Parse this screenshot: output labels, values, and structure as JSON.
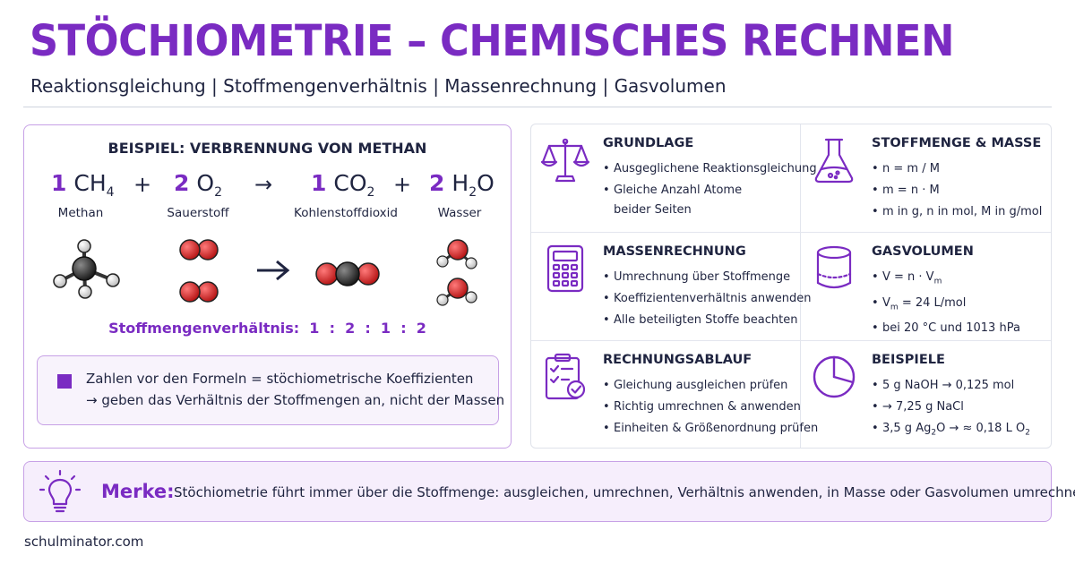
{
  "header": {
    "title": "STÖCHIOMETRIE – CHEMISCHES RECHNEN",
    "subtitle": "Reaktionsgleichung | Stoffmengenverhältnis | Massenrechnung | Gasvolumen"
  },
  "example": {
    "title": "BEISPIEL: VERBRENNUNG VON METHAN",
    "equation": [
      {
        "coef": "1",
        "formula": "CH",
        "sub": "4",
        "name": "Methan"
      },
      {
        "coef": "2",
        "formula": "O",
        "sub": "2",
        "name": "Sauerstoff"
      },
      {
        "coef": "1",
        "formula": "CO",
        "sub": "2",
        "name": "Kohlenstoffdioxid"
      },
      {
        "coef": "2",
        "formula": "H",
        "sub": "2",
        "formula2": "O",
        "name": "Wasser"
      }
    ],
    "plus": "+",
    "arrow": "→",
    "ratio_label": "Stoffmengenverhältnis:",
    "ratio_values": "1  :  2  :  1  :  2",
    "note": {
      "line1": "Zahlen vor den Formeln = stöchiometrische Koeffizienten",
      "line2": "→ geben das Verhältnis der Stoffmengen an, nicht der Massen"
    }
  },
  "cards": {
    "grundlage": {
      "title": "GRUNDLAGE",
      "items": [
        "Ausgeglichene Reaktionsgleichung",
        "Gleiche Anzahl Atome"
      ],
      "cont": "beider Seiten",
      "icon": "balance-scale-icon"
    },
    "stoffmenge": {
      "title": "STOFFMENGE & MASSE",
      "items": [
        "n = m / M",
        "m = n · M",
        "m in g, n in mol, M in g/mol"
      ],
      "icon": "flask-icon"
    },
    "massen": {
      "title": "MASSENRECHNUNG",
      "items": [
        "Umrechnung über Stoffmenge",
        "Koeffizientenverhältnis anwenden",
        "Alle beteiligten Stoffe beachten"
      ],
      "icon": "calculator-icon"
    },
    "gas": {
      "title": "GASVOLUMEN",
      "items": {
        "v1a": "V = n · V",
        "v1sub": "m",
        "v2a": "V",
        "v2sub": "m",
        "v2b": " = 24 L/mol",
        "v3": "bei 20 °C und 1013 hPa"
      },
      "icon": "cylinder-icon"
    },
    "ablauf": {
      "title": "RECHNUNGSABLAUF",
      "items": [
        "Gleichung ausgleichen prüfen",
        "Richtig umrechnen & anwenden",
        "Einheiten & Größenordnung prüfen"
      ],
      "icon": "clipboard-check-icon"
    },
    "beispiele": {
      "title": "BEISPIELE",
      "items": {
        "b1": "5 g NaOH → 0,125 mol",
        "b2": "→ 7,25 g NaCl",
        "b3a": "3,5 g Ag",
        "b3sub1": "2",
        "b3b": "O → ≈ 0,18 L O",
        "b3sub2": "2"
      },
      "icon": "pie-chart-icon"
    }
  },
  "merke": {
    "label": "Merke:",
    "text": "Stöchiometrie führt immer über die Stoffmenge: ausgleichen, umrechnen, Verhältnis anwenden, in Masse oder Gasvolumen umrechnen.",
    "icon": "lightbulb-icon"
  },
  "footer": {
    "site": "schulminator.com"
  },
  "colors": {
    "accent": "#7a2bc2",
    "text": "#1f2440",
    "border": "#c7a1e6",
    "oxygen": "#d42a2a",
    "carbon": "#3a3a3a"
  }
}
